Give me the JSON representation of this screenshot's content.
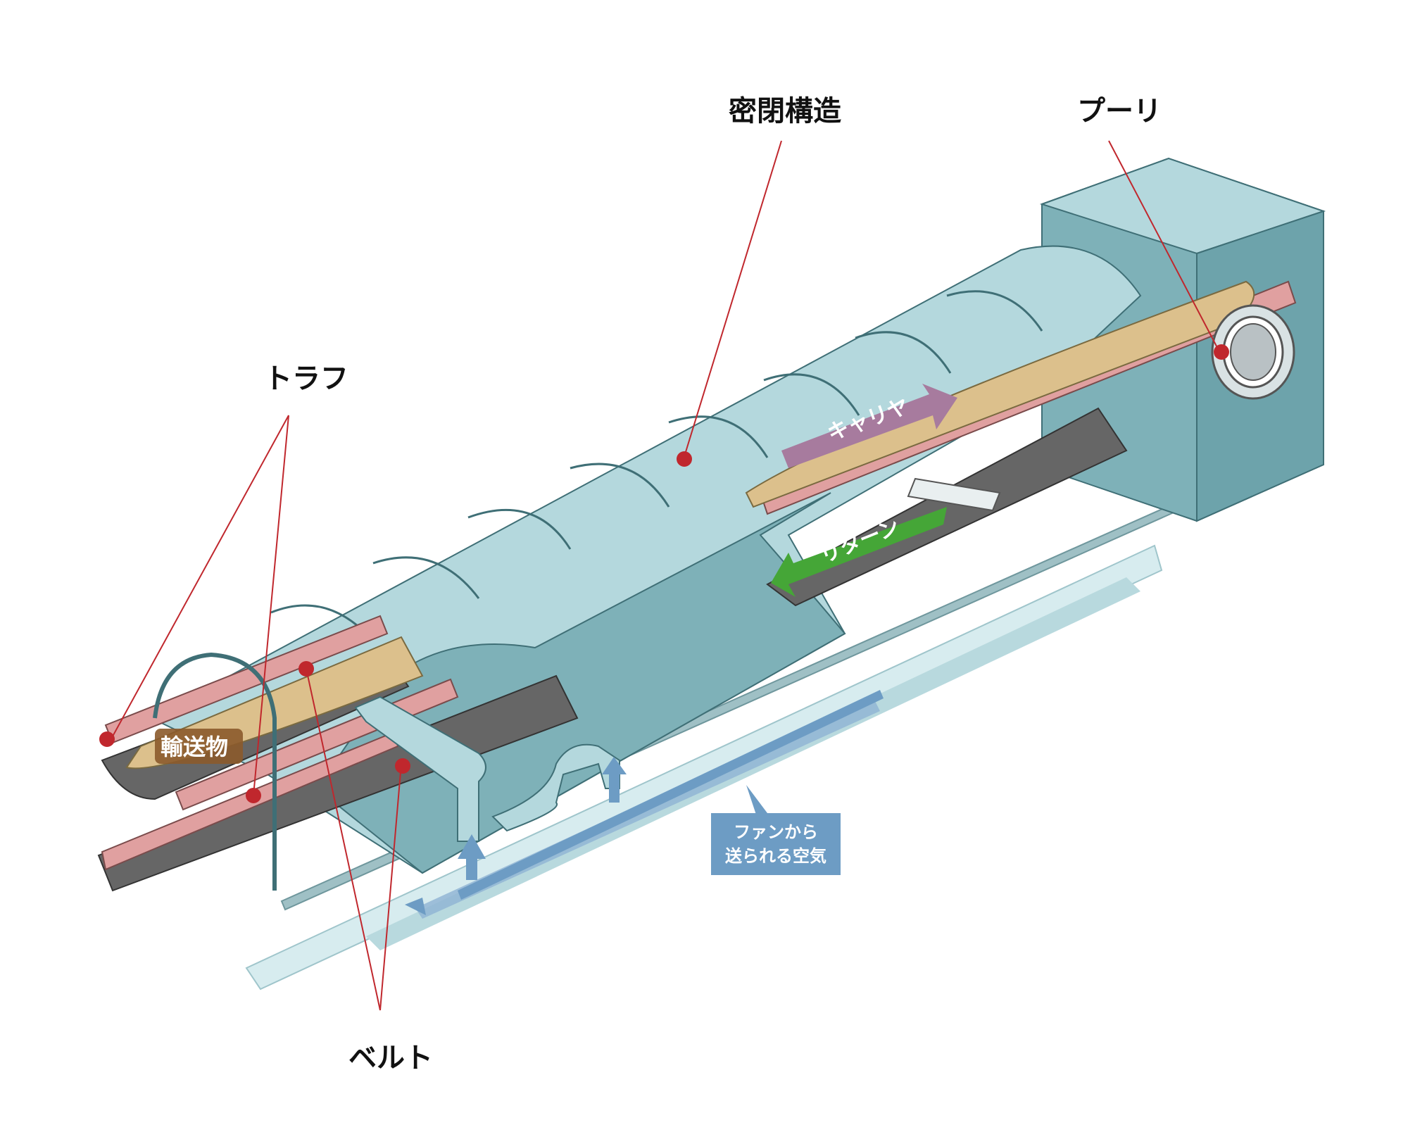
{
  "labels": {
    "mippei": "密閉構造",
    "pulley": "プーリ",
    "trough": "トラフ",
    "belt": "ベルト",
    "cargo": "輸送物",
    "carrier": "キャリヤ",
    "return": "リターン",
    "air_line1": "ファンから",
    "air_line2": "送られる空気"
  },
  "colors": {
    "leader": "#c0272d",
    "dot": "#c0272d",
    "hood": "#b4d8dd",
    "hood_dark": "#7eb1b8",
    "trough": "#e0a0a0",
    "belt": "#666666",
    "cargo": "#dcc08c",
    "carrier_arrow": "#a77b9e",
    "return_arrow": "#45a637",
    "air": "#6d9cc4"
  },
  "icons": {
    "pulley": "pulley-drum-icon",
    "pipe": "air-pipe-icon"
  }
}
